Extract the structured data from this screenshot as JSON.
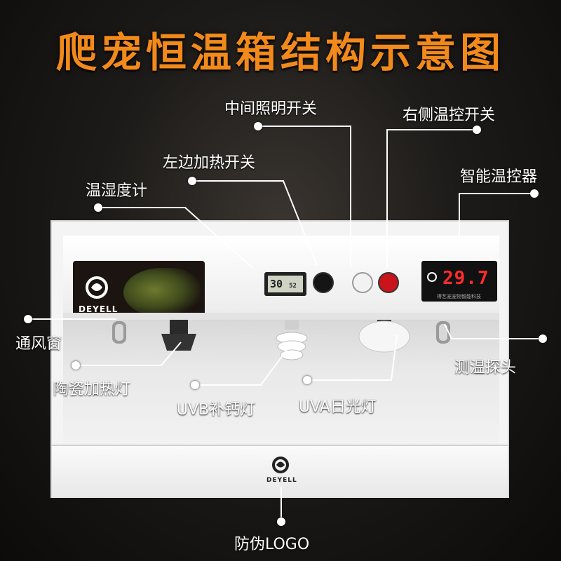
{
  "title": "爬宠恒温箱结构示意图",
  "labels": {
    "middle_light_switch": "中间照明开关",
    "right_thermostat_switch": "右侧温控开关",
    "left_heat_switch": "左边加热开关",
    "smart_thermostat": "智能温控器",
    "hygrometer": "温湿度计",
    "vent": "通风窗",
    "probe": "测温探头",
    "ceramic_heater": "陶瓷加热灯",
    "uvb_lamp": "UVB补钙灯",
    "uva_lamp": "UVA日光灯",
    "anti_fake_logo": "防伪LOGO"
  },
  "brand": {
    "logo_text": "DEYELL",
    "thermostat_caption": "得艺宠宠物智能科技"
  },
  "readouts": {
    "thermostat_temp": "29.7",
    "hygrometer_temp": "30",
    "hygrometer_humidity": "52"
  },
  "colors": {
    "title": "#f28a1b",
    "label": "#ffffff",
    "accent_red": "#ff2b2b"
  }
}
